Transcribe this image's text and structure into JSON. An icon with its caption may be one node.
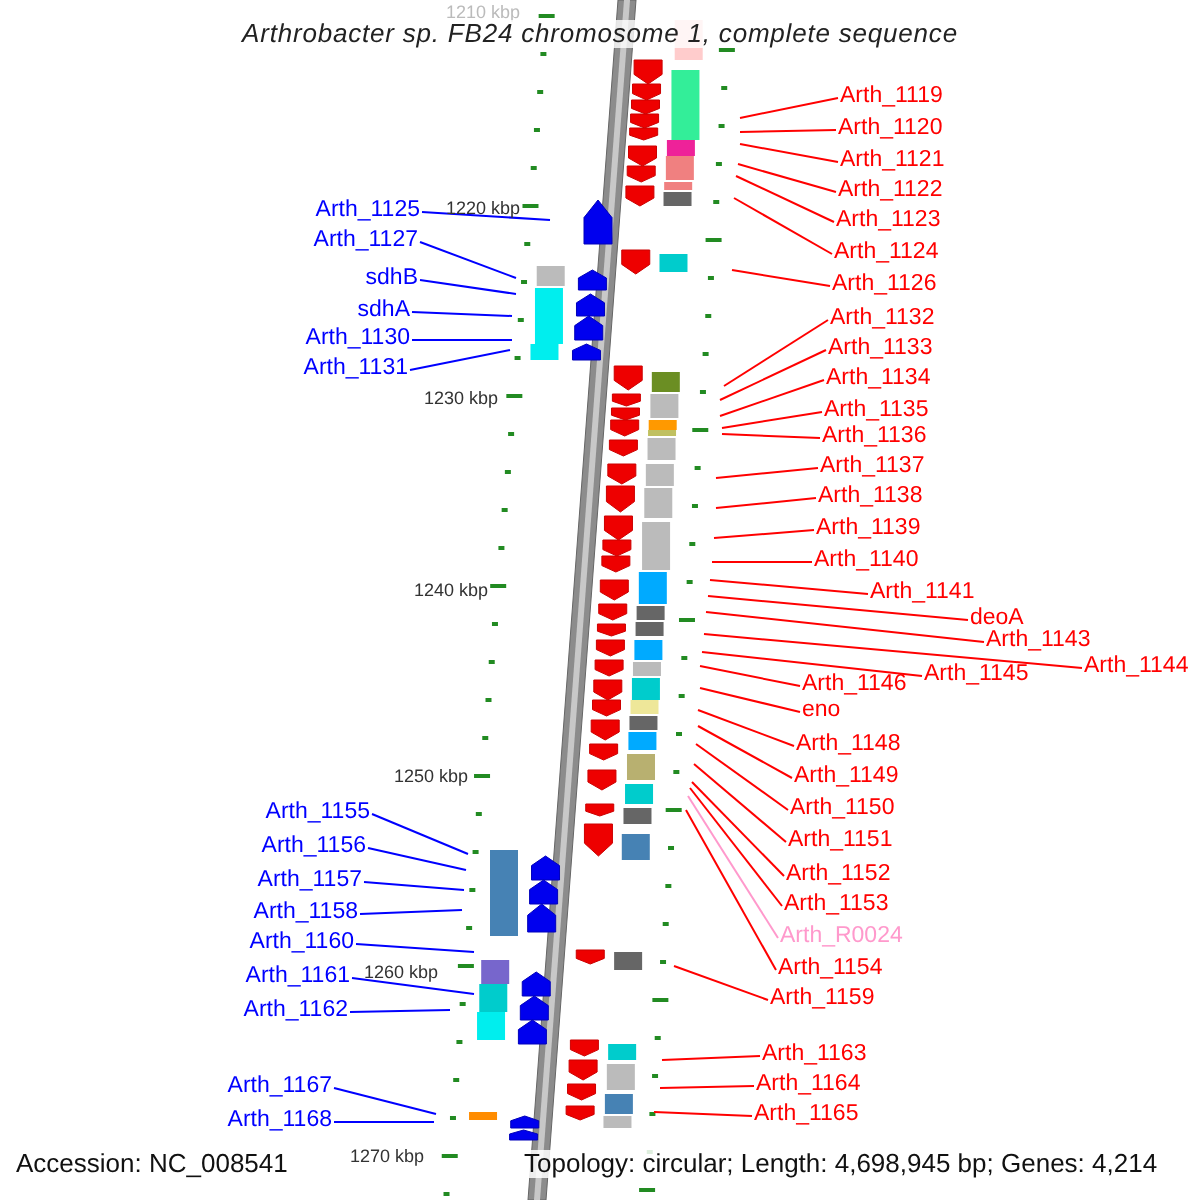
{
  "diagram": {
    "title": "Arthrobacter sp. FB24 chromosome 1, complete sequence",
    "nodes": [
      {
        "text": [
          "Arth_1125"
        ]
      },
      {
        "text": [
          "Arth_1127"
        ]
      },
      {
        "text": [
          "sdhB"
        ]
      },
      {
        "text": [
          "sdhA"
        ]
      },
      {
        "text": [
          "Arth_1130"
        ]
      },
      {
        "text": [
          "Arth_1131"
        ]
      },
      {
        "text": [
          "Arth_1155"
        ]
      },
      {
        "text": [
          "Arth_1156"
        ]
      },
      {
        "text": [
          "Arth_1157"
        ]
      },
      {
        "text": [
          "Arth_1158"
        ]
      },
      {
        "text": [
          "Arth_1160"
        ]
      },
      {
        "text": [
          "Arth_1161"
        ]
      },
      {
        "text": [
          "Arth_1162"
        ]
      },
      {
        "text": [
          "Arth_1167"
        ]
      },
      {
        "text": [
          "Arth_1168"
        ]
      },
      {
        "text": [
          "Arth_1119"
        ]
      },
      {
        "text": [
          "Arth_1120"
        ]
      },
      {
        "text": [
          "Arth_1121"
        ]
      },
      {
        "text": [
          "Arth_1122"
        ]
      },
      {
        "text": [
          "Arth_1123"
        ]
      },
      {
        "text": [
          "Arth_1124"
        ]
      },
      {
        "text": [
          "Arth_1126"
        ]
      },
      {
        "text": [
          "Arth_1132"
        ]
      },
      {
        "text": [
          "Arth_1133"
        ]
      },
      {
        "text": [
          "Arth_1134"
        ]
      },
      {
        "text": [
          "Arth_1135"
        ]
      },
      {
        "text": [
          "Arth_1136"
        ]
      },
      {
        "text": [
          "Arth_1137"
        ]
      },
      {
        "text": [
          "Arth_1138"
        ]
      },
      {
        "text": [
          "Arth_1139"
        ]
      },
      {
        "text": [
          "Arth_1140"
        ]
      },
      {
        "text": [
          "Arth_1141"
        ]
      },
      {
        "text": [
          "deoA"
        ]
      },
      {
        "text": [
          "Arth_1143"
        ]
      },
      {
        "text": [
          "Arth_1144"
        ]
      },
      {
        "text": [
          "Arth_1145"
        ]
      },
      {
        "text": [
          "Arth_1146"
        ]
      },
      {
        "text": [
          "eno"
        ]
      },
      {
        "text": [
          "Arth_1148"
        ]
      },
      {
        "text": [
          "Arth_1149"
        ]
      },
      {
        "text": [
          "Arth_1150"
        ]
      },
      {
        "text": [
          "Arth_1151"
        ]
      },
      {
        "text": [
          "Arth_1152"
        ]
      },
      {
        "text": [
          "Arth_1153"
        ]
      },
      {
        "text": [
          "Arth_R0024"
        ]
      },
      {
        "text": [
          "Arth_1154"
        ]
      },
      {
        "text": [
          "Arth_1159"
        ]
      },
      {
        "text": [
          "Arth_1163"
        ]
      },
      {
        "text": [
          "Arth_1164"
        ]
      },
      {
        "text": [
          "Arth_1165"
        ]
      }
    ],
    "edges": [
      {
        "from": 0,
        "to": null,
        "arrow": "none",
        "color": "#0000ff"
      },
      {
        "from": 1,
        "to": null,
        "arrow": "none",
        "color": "#0000ff"
      },
      {
        "from": 2,
        "to": null,
        "arrow": "none",
        "color": "#0000ff"
      },
      {
        "from": 3,
        "to": null,
        "arrow": "none",
        "color": "#0000ff"
      },
      {
        "from": 4,
        "to": null,
        "arrow": "none",
        "color": "#0000ff"
      },
      {
        "from": 5,
        "to": null,
        "arrow": "none",
        "color": "#0000ff"
      },
      {
        "from": 6,
        "to": null,
        "arrow": "none",
        "color": "#0000ff"
      },
      {
        "from": 7,
        "to": null,
        "arrow": "none",
        "color": "#0000ff"
      },
      {
        "from": 8,
        "to": null,
        "arrow": "none",
        "color": "#0000ff"
      },
      {
        "from": 9,
        "to": null,
        "arrow": "none",
        "color": "#0000ff"
      },
      {
        "from": 10,
        "to": null,
        "arrow": "none",
        "color": "#0000ff"
      },
      {
        "from": 11,
        "to": null,
        "arrow": "none",
        "color": "#0000ff"
      },
      {
        "from": 12,
        "to": null,
        "arrow": "none",
        "color": "#0000ff"
      },
      {
        "from": 13,
        "to": null,
        "arrow": "none",
        "color": "#0000ff"
      },
      {
        "from": 14,
        "to": null,
        "arrow": "none",
        "color": "#0000ff"
      },
      {
        "from": 15,
        "to": null,
        "arrow": "none"
      },
      {
        "from": 16,
        "to": null,
        "arrow": "none"
      },
      {
        "from": 17,
        "to": null,
        "arrow": "none"
      },
      {
        "from": 18,
        "to": null,
        "arrow": "none"
      },
      {
        "from": 19,
        "to": null,
        "arrow": "none"
      },
      {
        "from": 20,
        "to": null,
        "arrow": "none"
      },
      {
        "from": 21,
        "to": null,
        "arrow": "none"
      },
      {
        "from": 22,
        "to": null,
        "arrow": "none"
      },
      {
        "from": 23,
        "to": null,
        "arrow": "none"
      },
      {
        "from": 24,
        "to": null,
        "arrow": "none"
      },
      {
        "from": 25,
        "to": null,
        "arrow": "none"
      },
      {
        "from": 26,
        "to": null,
        "arrow": "none"
      },
      {
        "from": 27,
        "to": null,
        "arrow": "none"
      },
      {
        "from": 28,
        "to": null,
        "arrow": "none"
      },
      {
        "from": 29,
        "to": null,
        "arrow": "none"
      },
      {
        "from": 30,
        "to": null,
        "arrow": "none"
      },
      {
        "from": 31,
        "to": null,
        "arrow": "none"
      },
      {
        "from": 32,
        "to": null,
        "arrow": "none"
      },
      {
        "from": 33,
        "to": null,
        "arrow": "none"
      },
      {
        "from": 34,
        "to": null,
        "arrow": "none"
      },
      {
        "from": 35,
        "to": null,
        "arrow": "none"
      },
      {
        "from": 36,
        "to": null,
        "arrow": "none"
      },
      {
        "from": 37,
        "to": null,
        "arrow": "none"
      },
      {
        "from": 38,
        "to": null,
        "arrow": "none"
      },
      {
        "from": 39,
        "to": null,
        "arrow": "none"
      },
      {
        "from": 40,
        "to": null,
        "arrow": "none"
      },
      {
        "from": 41,
        "to": null,
        "arrow": "none"
      },
      {
        "from": 42,
        "to": null,
        "arrow": "none"
      },
      {
        "from": 43,
        "to": null,
        "arrow": "none"
      },
      {
        "from": 44,
        "to": null,
        "arrow": "none",
        "color": "#ff99cc"
      },
      {
        "from": 45,
        "to": null,
        "arrow": "none"
      },
      {
        "from": 46,
        "to": null,
        "arrow": "none"
      },
      {
        "from": 47,
        "to": null,
        "arrow": "none"
      },
      {
        "from": 48,
        "to": null,
        "arrow": "none"
      },
      {
        "from": 49,
        "to": null,
        "arrow": "none"
      }
    ],
    "labels": [
      "1210 kbp",
      "1220 kbp",
      "1230 kbp",
      "1240 kbp",
      "1250 kbp",
      "1260 kbp",
      "1270 kbp",
      "Accession: NC_008541",
      "Topology: circular; Length: 4,698,945 bp; Genes: 4,214"
    ]
  }
}
